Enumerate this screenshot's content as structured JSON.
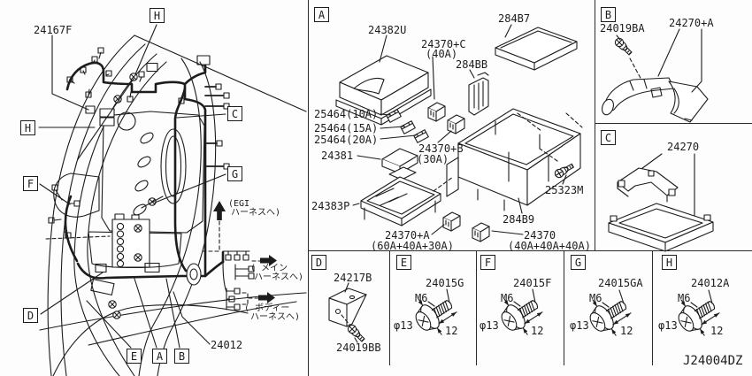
{
  "sheet": {
    "code": "J24004DZ"
  },
  "main": {
    "callouts": {
      "h_top": "H",
      "h_left": "H",
      "c": "C",
      "g": "G",
      "f": "F",
      "d": "D",
      "e": "E",
      "a": "A",
      "b": "B"
    },
    "labels": {
      "clip": "24167F",
      "harness": "24012"
    },
    "notes": {
      "egi_1": "(EGI",
      "egi_2": "ハーネスへ)",
      "main_1": "( メイン",
      "main_2": "ハーネスへ)",
      "body_1": "( ボディー",
      "body_2": "ハーネスへ)"
    }
  },
  "sec_a": {
    "callout": "A",
    "labels": {
      "cover": "24382U",
      "link_c": "24370+C",
      "link_c_amp": "(40A)",
      "relay_cover": "284B7",
      "bracket": "284BB",
      "fuse10": "25464(10A)",
      "fuse15": "25464(15A)",
      "fuse20": "25464(20A)",
      "holder": "24381",
      "link_b": "24370+B",
      "link_b_amp": "(30A)",
      "body_lower": "24383P",
      "screw": "25323M",
      "relay_body": "284B9",
      "link_a": "24370+A",
      "link_a_amp": "(60A+40A+30A)",
      "link": "24370",
      "link_amp": "(40A+40A+40A)"
    }
  },
  "sec_b": {
    "callout": "B",
    "labels": {
      "screw": "24019BA",
      "bracket": "24270+A"
    }
  },
  "sec_c": {
    "callout": "C",
    "labels": {
      "bracket": "24270"
    }
  },
  "sec_d": {
    "callout": "D",
    "labels": {
      "bracket": "24217B",
      "screw": "24019BB"
    }
  },
  "bolts": [
    {
      "callout": "E",
      "part": "24015G",
      "thread": "M6",
      "dia": "φ13",
      "len": "12"
    },
    {
      "callout": "F",
      "part": "24015F",
      "thread": "M6",
      "dia": "φ13",
      "len": "12"
    },
    {
      "callout": "G",
      "part": "24015GA",
      "thread": "M6",
      "dia": "φ13",
      "len": "12"
    },
    {
      "callout": "H",
      "part": "24012A",
      "thread": "M6",
      "dia": "φ13",
      "len": "12"
    }
  ]
}
